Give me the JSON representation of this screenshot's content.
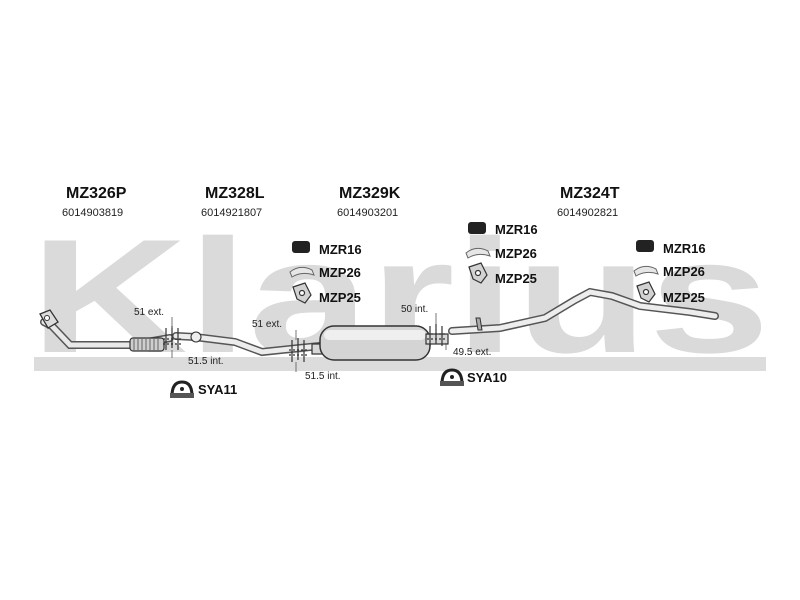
{
  "watermark": {
    "text": "Klarius",
    "color": "#d9d9d9"
  },
  "parts": [
    {
      "code": "MZ326P",
      "number": "6014903819"
    },
    {
      "code": "MZ328L",
      "number": "6014921807"
    },
    {
      "code": "MZ329K",
      "number": "6014903201"
    },
    {
      "code": "MZ324T",
      "number": "6014902821"
    }
  ],
  "mounts": {
    "middle": [
      "MZR16",
      "MZP26",
      "MZP25"
    ],
    "right": [
      "MZR16",
      "MZP26",
      "MZP25"
    ],
    "clamp_left": "SYA11",
    "clamp_right": "SYA10"
  },
  "dimensions": {
    "d1": "51 ext.",
    "d2": "51.5 int.",
    "d3": "51 ext.",
    "d4": "51.5 int.",
    "d5": "50 int.",
    "d6": "49.5 ext."
  }
}
